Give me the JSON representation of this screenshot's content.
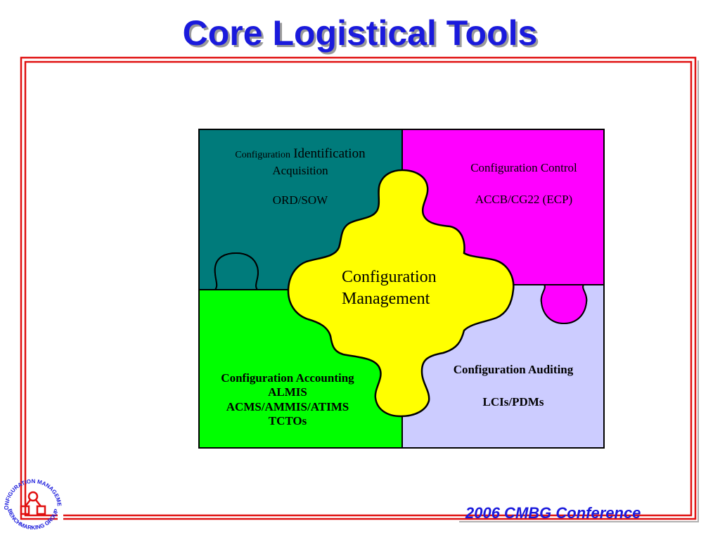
{
  "slide": {
    "title": "Core Logistical Tools",
    "footer": "2006 CMBG Conference"
  },
  "colors": {
    "title": "#1a1adc",
    "frame_red": "#e01010",
    "identification": "#007b7b",
    "control": "#ff00ff",
    "accounting": "#00ff00",
    "auditing": "#ccccff",
    "center": "#ffff00"
  },
  "pieces": {
    "identification": {
      "line1_small": "Configuration",
      "line1_large": "Identification",
      "line2": "Acquisition",
      "line3": "ORD/SOW"
    },
    "control": {
      "line1": "Configuration Control",
      "line2": "ACCB/CG22 (ECP)"
    },
    "center": {
      "line1": "Configuration",
      "line2": "Management"
    },
    "accounting": {
      "line1": "Configuration Accounting",
      "line2": "ALMIS",
      "line3": "ACMS/AMMIS/ATIMS",
      "line4": "TCTOs"
    },
    "auditing": {
      "line1": "Configuration Auditing",
      "line2": "LCIs/PDMs"
    }
  },
  "logo": {
    "top_text": "CONFIGURATION MANAGEMENT",
    "bottom_text": "BENCHMARKING GROUP",
    "icon": "people-network-icon"
  }
}
